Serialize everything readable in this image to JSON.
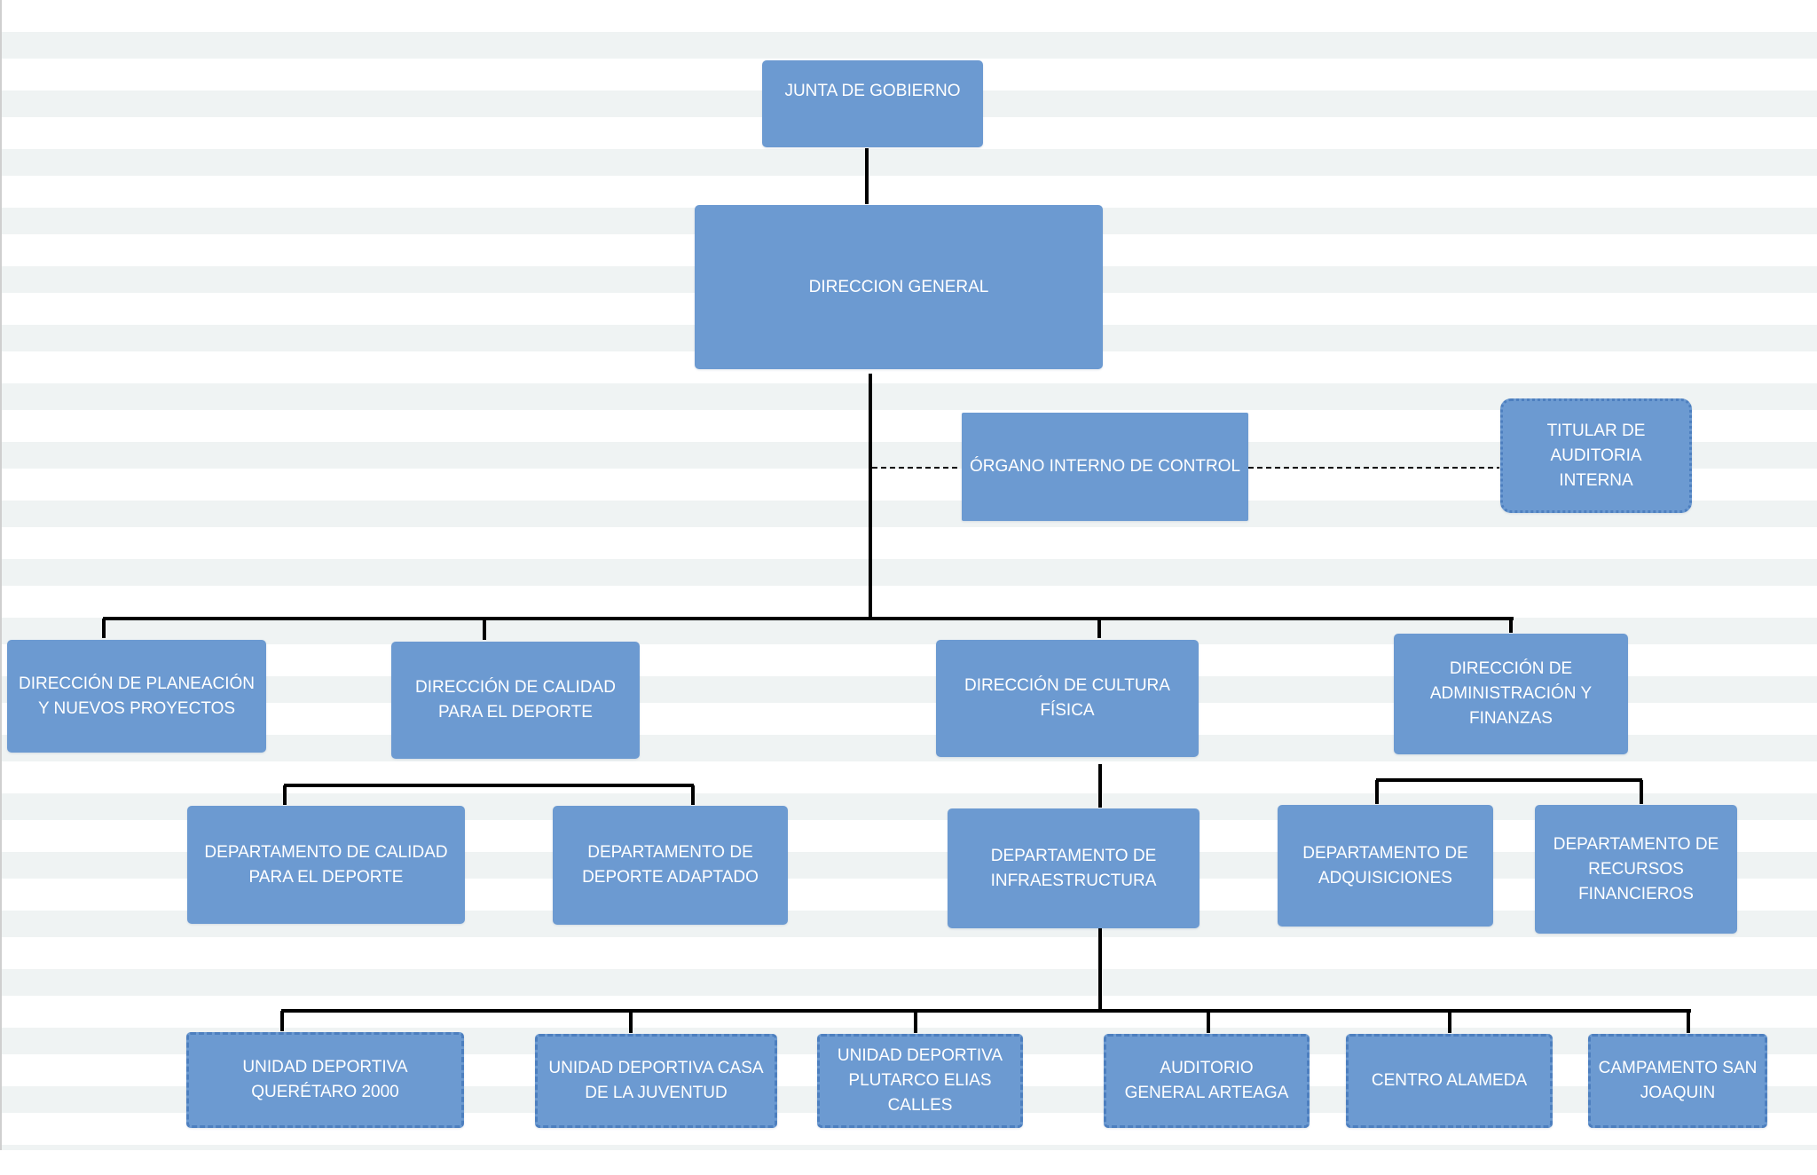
{
  "header": {
    "title": "INSTITUTO DEL DEPORTE Y LA RECREACIÓN DEL ESTADO DE QUERÉTARO"
  },
  "org_chart": {
    "junta": "JUNTA DE GOBIERNO",
    "direccion_general": "DIRECCION GENERAL",
    "organo_interno": "ÓRGANO INTERNO DE CONTROL",
    "titular_auditoria": "TITULAR DE AUDITORIA INTERNA",
    "direcciones": [
      "DIRECCIÓN DE PLANEACIÓN Y NUEVOS PROYECTOS",
      "DIRECCIÓN DE CALIDAD PARA EL DEPORTE",
      "DIRECCIÓN DE CULTURA FÍSICA",
      "DIRECCIÓN DE ADMINISTRACIÓN Y FINANZAS"
    ],
    "departamentos": [
      "DEPARTAMENTO DE CALIDAD PARA EL DEPORTE",
      "DEPARTAMENTO DE DEPORTE ADAPTADO",
      "DEPARTAMENTO DE INFRAESTRUCTURA",
      "DEPARTAMENTO DE ADQUISICIONES",
      "DEPARTAMENTO DE RECURSOS FINANCIEROS"
    ],
    "unidades": [
      "UNIDAD DEPORTIVA QUERÉTARO 2000",
      "UNIDAD DEPORTIVA CASA DE LA JUVENTUD",
      "UNIDAD DEPORTIVA PLUTARCO ELIAS CALLES",
      "AUDITORIO GENERAL ARTEAGA",
      "CENTRO ALAMEDA",
      "CAMPAMENTO SAN JOAQUIN"
    ]
  },
  "colors": {
    "box_fill": "#6c9ad1",
    "box_text": "#ffffff",
    "connector": "#000000",
    "stripe": "#eff3f3"
  }
}
